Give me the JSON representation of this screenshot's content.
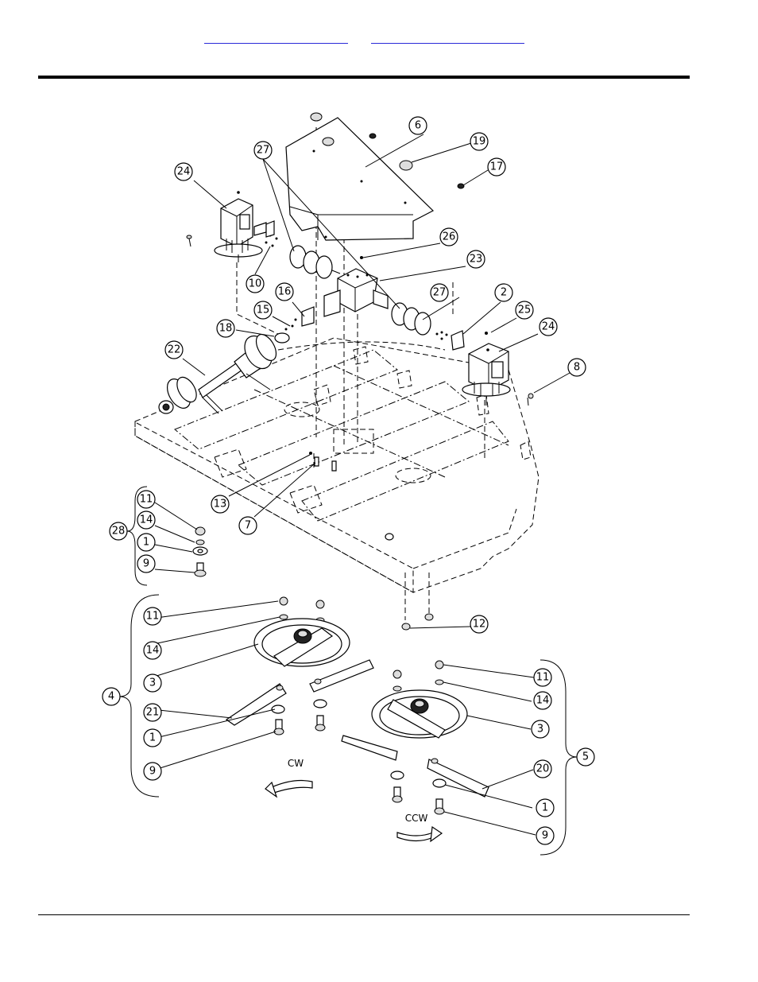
{
  "header": {
    "link_1": "",
    "link_2": ""
  },
  "labels": {
    "l1a": "1",
    "l1b": "1",
    "l1c": "1",
    "l2": "2",
    "l3a": "3",
    "l3b": "3",
    "l4": "4",
    "l5": "5",
    "l6": "6",
    "l7": "7",
    "l8": "8",
    "l9a": "9",
    "l9b": "9",
    "l9c": "9",
    "l10": "10",
    "l11a": "11",
    "l11b": "11",
    "l11c": "11",
    "l12": "12",
    "l13": "13",
    "l14a": "14",
    "l14b": "14",
    "l14c": "14",
    "l15": "15",
    "l16": "16",
    "l17": "17",
    "l18": "18",
    "l19": "19",
    "l20": "20",
    "l21": "21",
    "l22": "22",
    "l23": "23",
    "l24a": "24",
    "l24b": "24",
    "l25": "25",
    "l26": "26",
    "l27a": "27",
    "l27b": "27",
    "l28": "28"
  },
  "rotation": {
    "cw": "CW",
    "ccw": "CCW"
  }
}
